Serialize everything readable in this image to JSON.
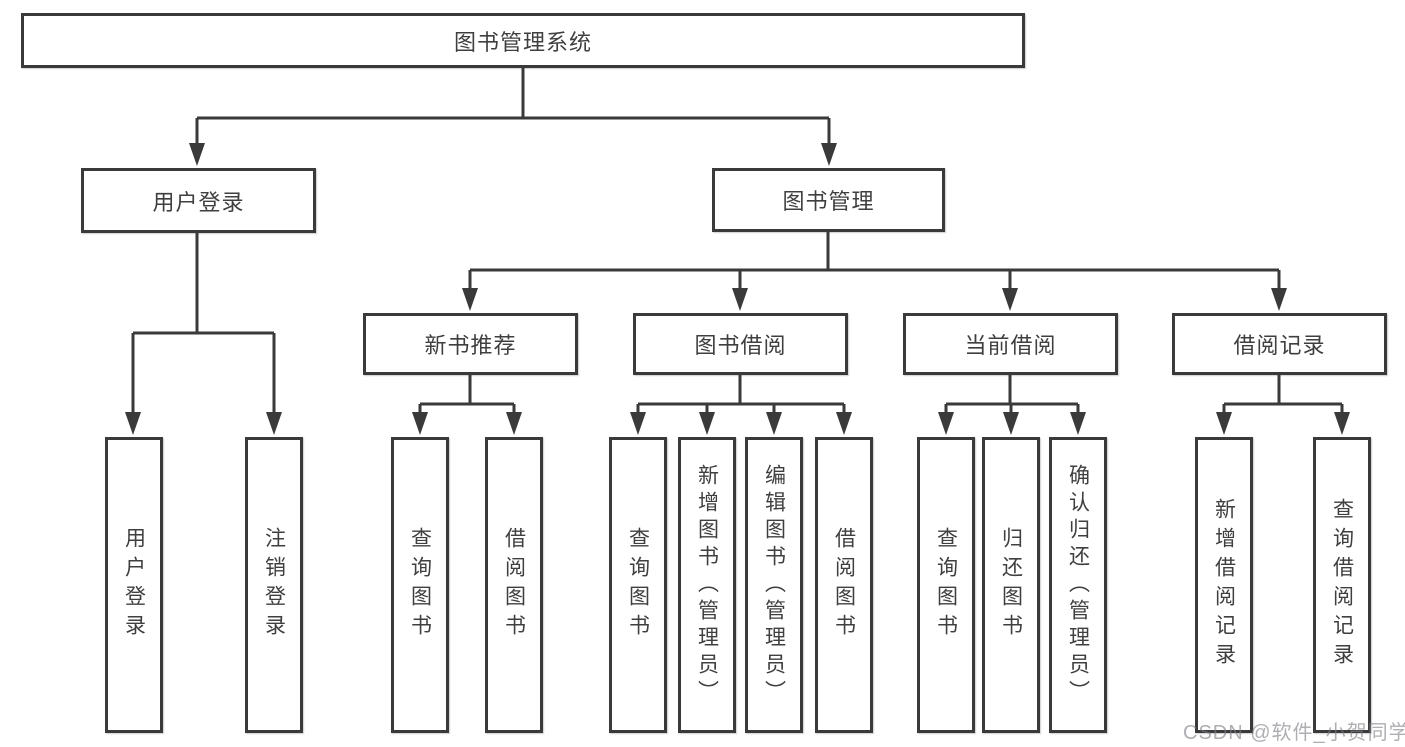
{
  "tree": {
    "root": {
      "label": "图书管理系统"
    },
    "user_login": {
      "label": "用户登录",
      "children": [
        {
          "label": "用户登录"
        },
        {
          "label": "注销登录"
        }
      ]
    },
    "book_management": {
      "label": "图书管理",
      "sections": [
        {
          "label": "新书推荐",
          "children": [
            {
              "label": "查询图书"
            },
            {
              "label": "借阅图书"
            }
          ]
        },
        {
          "label": "图书借阅",
          "children": [
            {
              "label": "查询图书"
            },
            {
              "label": "新增图书（管理员）"
            },
            {
              "label": "编辑图书（管理员）"
            },
            {
              "label": "借阅图书"
            }
          ]
        },
        {
          "label": "当前借阅",
          "children": [
            {
              "label": "查询图书"
            },
            {
              "label": "归还图书"
            },
            {
              "label": "确认归还（管理员）"
            }
          ]
        },
        {
          "label": "借阅记录",
          "children": [
            {
              "label": "新增借阅记录"
            },
            {
              "label": "查询借阅记录"
            }
          ]
        }
      ]
    }
  },
  "watermark": {
    "text": "CSDN @软件_小贺同学"
  },
  "colors": {
    "line": "#3a3a3a",
    "box_border": "#3a3a3a",
    "text": "#3f3f3f",
    "watermark": "#7d7d84",
    "background": "#ffffff"
  }
}
